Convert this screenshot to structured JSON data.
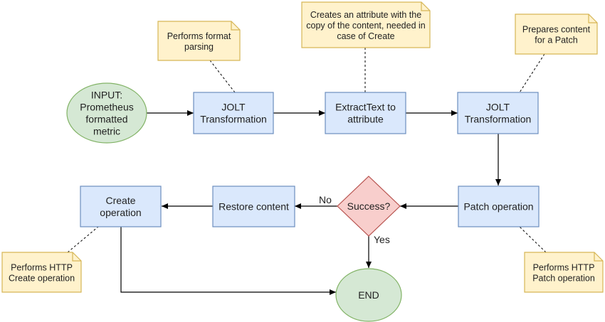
{
  "colors": {
    "process_fill": "#dae8fc",
    "process_stroke": "#6c8ebf",
    "terminal_fill": "#d5e8d4",
    "terminal_stroke": "#82b366",
    "decision_fill": "#f8cecc",
    "decision_stroke": "#b85450",
    "note_fill": "#fff2cc",
    "note_stroke": "#d6b656",
    "line": "#000000"
  },
  "nodes": {
    "input": {
      "lines": [
        "INPUT:",
        "Prometheus",
        "formatted",
        "metric"
      ]
    },
    "jolt1": {
      "lines": [
        "JOLT",
        "Transformation"
      ]
    },
    "extract": {
      "lines": [
        "ExtractText to",
        "attribute"
      ]
    },
    "jolt2": {
      "lines": [
        "JOLT",
        "Transformation"
      ]
    },
    "patch": {
      "lines": [
        "Patch operation"
      ]
    },
    "success": {
      "lines": [
        "Success?"
      ]
    },
    "restore": {
      "lines": [
        "Restore content"
      ]
    },
    "create": {
      "lines": [
        "Create",
        "operation"
      ]
    },
    "end": {
      "lines": [
        "END"
      ]
    }
  },
  "notes": {
    "format": {
      "lines": [
        "Performs format",
        "parsing"
      ]
    },
    "copy": {
      "lines": [
        "Creates an attribute with the",
        "copy of the content, needed in",
        "case of Create"
      ]
    },
    "prepares": {
      "lines": [
        "Prepares content",
        "for a Patch"
      ]
    },
    "http_create": {
      "lines": [
        "Performs HTTP",
        "Create operation"
      ]
    },
    "http_patch": {
      "lines": [
        "Performs HTTP",
        "Patch operation"
      ]
    }
  },
  "edge_labels": {
    "no": "No",
    "yes": "Yes"
  }
}
